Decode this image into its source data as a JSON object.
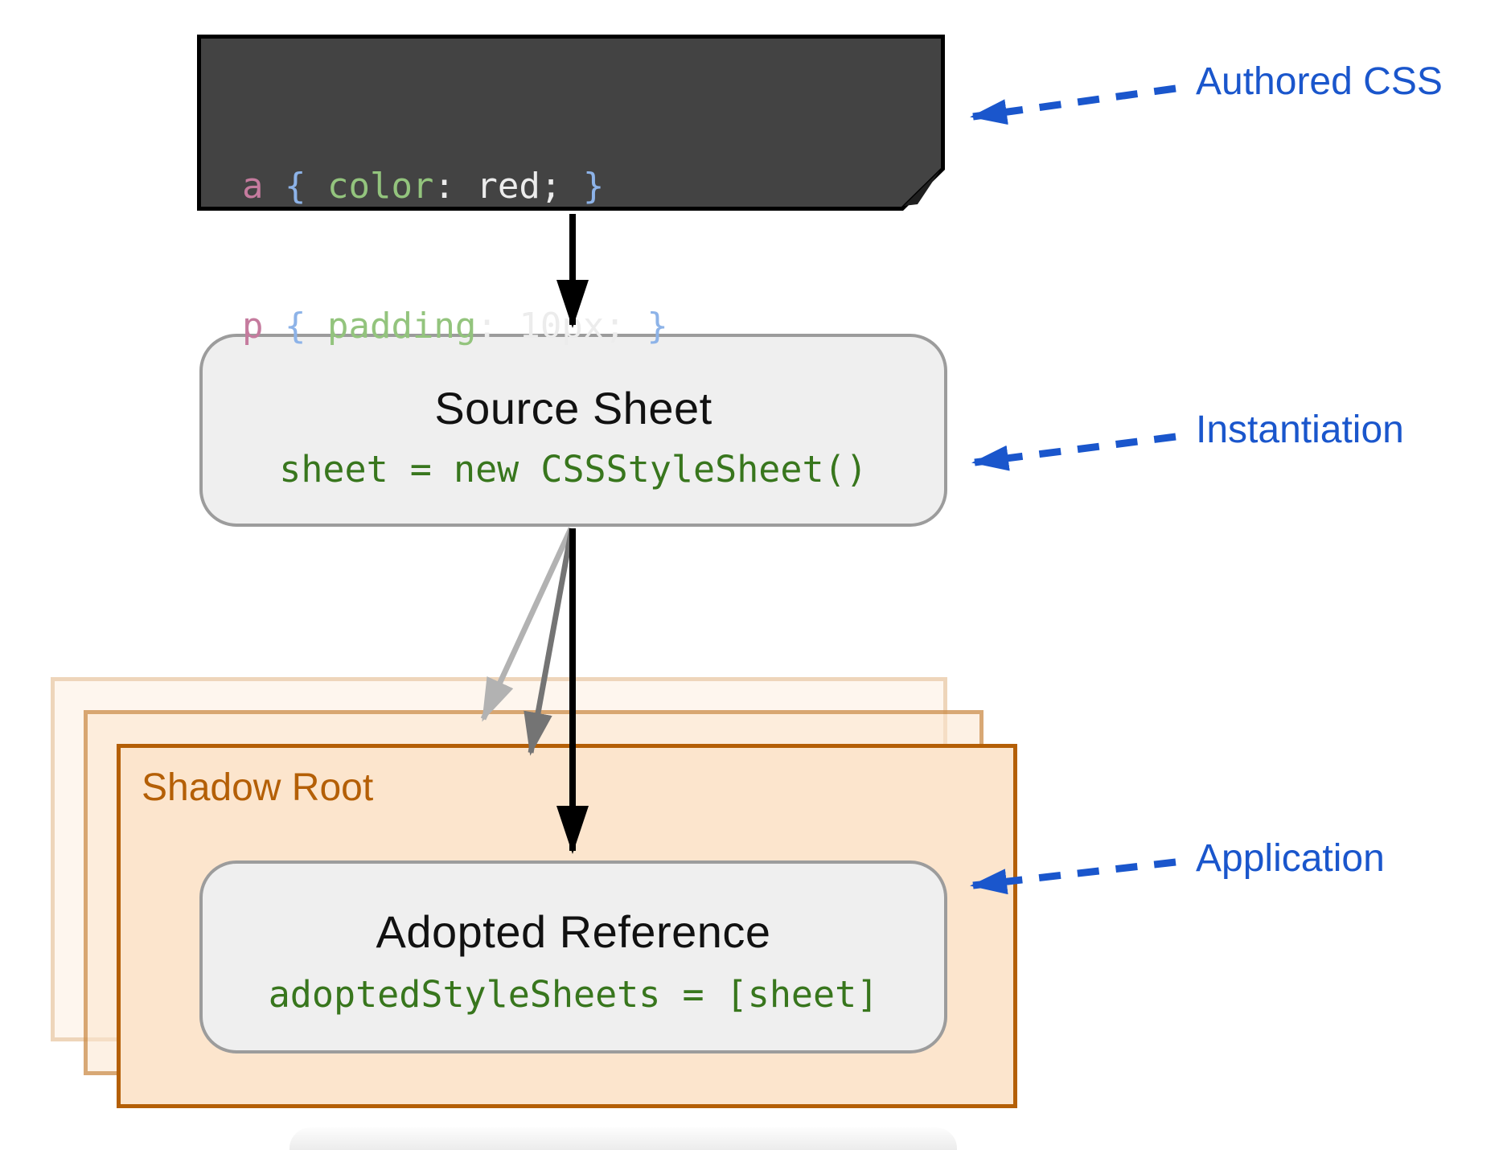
{
  "diagram": {
    "code_card": {
      "lines": [
        {
          "selector": "a ",
          "open_brace": "{ ",
          "property": "color",
          "value": ": red; ",
          "close_brace": "}"
        },
        {
          "selector": "p ",
          "open_brace": "{ ",
          "property": "padding",
          "value": ": 10px; ",
          "close_brace": "}"
        }
      ]
    },
    "source_sheet": {
      "title": "Source Sheet",
      "code": "sheet = new CSSStyleSheet()"
    },
    "shadow_root": {
      "label": "Shadow Root"
    },
    "adopted_reference": {
      "title": "Adopted Reference",
      "code": "adoptedStyleSheets = [sheet]"
    },
    "annotations": [
      {
        "label": "Authored CSS"
      },
      {
        "label": "Instantiation"
      },
      {
        "label": "Application"
      }
    ],
    "colors": {
      "annotation_blue": "#1a56cc",
      "shadow_root_orange": "#b45f06",
      "shadow_root_fill": "#fce5cd",
      "panel_fill": "#efefef",
      "panel_border": "#9c9c9c",
      "code_green": "#38761d",
      "code_card_bg": "#434343",
      "token_selector_pink": "#c57b9e",
      "token_brace_blue": "#8db3e8",
      "token_property_green": "#93c47d",
      "token_value_gray": "#ececec",
      "arrow_black": "#000000",
      "arrow_gray_light": "#b2b2b2",
      "arrow_gray_dark": "#747474"
    }
  }
}
